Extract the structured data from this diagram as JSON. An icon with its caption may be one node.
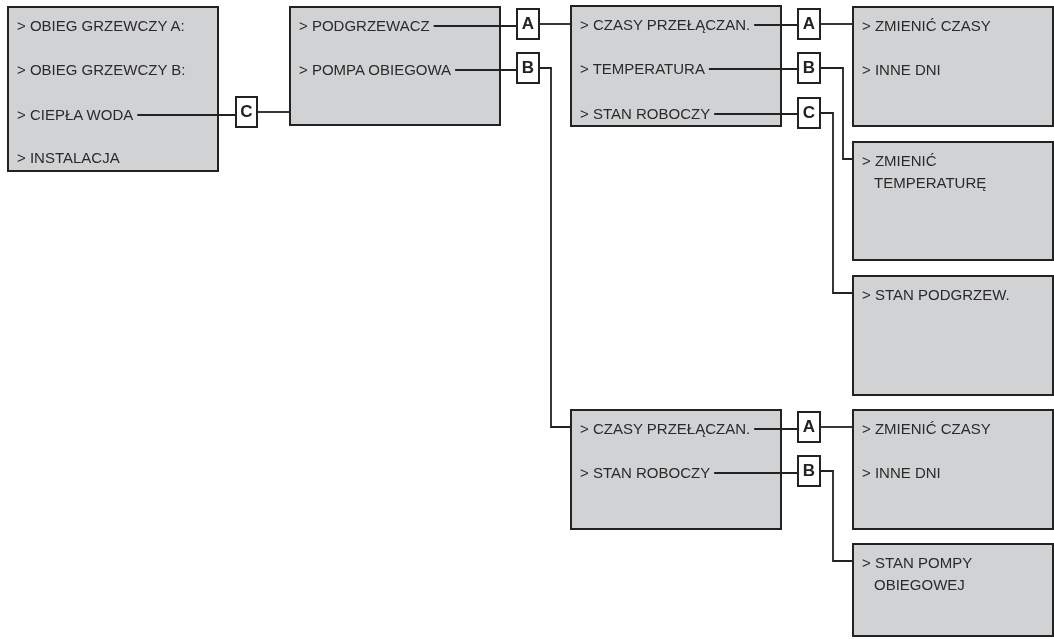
{
  "diagram": {
    "nodes": [
      {
        "text": [],
        "shape": "box"
      },
      {
        "text": [
          "> OBIEG GRZEWCZY A:"
        ],
        "in": 0
      },
      {
        "text": [
          "> OBIEG GRZEWCZY B:"
        ],
        "in": 0
      },
      {
        "text": [
          "> CIEPŁA WODA"
        ],
        "in": 0
      },
      {
        "text": [
          "> INSTALACJA"
        ],
        "in": 0
      },
      {
        "text": [
          "C"
        ]
      },
      {
        "text": [],
        "shape": "box"
      },
      {
        "text": [
          "> PODGRZEWACZ"
        ],
        "in": 6
      },
      {
        "text": [
          "> POMPA OBIEGOWA"
        ],
        "in": 6
      },
      {
        "text": [
          "A"
        ]
      },
      {
        "text": [
          "B"
        ]
      },
      {
        "text": [],
        "shape": "box"
      },
      {
        "text": [
          "> CZASY PRZEŁĄCZAN."
        ],
        "in": 11
      },
      {
        "text": [
          "> TEMPERATURA"
        ],
        "in": 11
      },
      {
        "text": [
          "> STAN ROBOCZY"
        ],
        "in": 11
      },
      {
        "text": [
          "A"
        ]
      },
      {
        "text": [
          "B"
        ]
      },
      {
        "text": [
          "C"
        ]
      },
      {
        "text": [],
        "shape": "box"
      },
      {
        "text": [
          "> ZMIENIĆ CZASY"
        ],
        "in": 18
      },
      {
        "text": [
          "> INNE DNI"
        ],
        "in": 18
      },
      {
        "text": [],
        "shape": "box"
      },
      {
        "text": [
          "> ZMIENIĆ TEMPERATURĘ"
        ],
        "in": 21
      },
      {
        "text": [],
        "shape": "box"
      },
      {
        "text": [
          "> STAN PODGRZEW."
        ],
        "in": 23
      },
      {
        "text": [],
        "shape": "box"
      },
      {
        "text": [
          "> CZASY PRZEŁĄCZAN."
        ],
        "in": 25
      },
      {
        "text": [
          "> STAN ROBOCZY"
        ],
        "in": 25
      },
      {
        "text": [
          "A"
        ]
      },
      {
        "text": [
          "B"
        ]
      },
      {
        "text": [],
        "shape": "box"
      },
      {
        "text": [
          "> ZMIENIĆ CZASY"
        ],
        "in": 30
      },
      {
        "text": [
          "> INNE DNI"
        ],
        "in": 30
      },
      {
        "text": [],
        "shape": "box"
      },
      {
        "text": [
          "> STAN POMPY OBIEGOWEJ"
        ],
        "in": 33
      }
    ],
    "edges": [
      {
        "from": 3,
        "to": 5,
        "arrow": "none"
      },
      {
        "from": 5,
        "to": 6,
        "arrow": "none"
      },
      {
        "from": 7,
        "to": 9,
        "arrow": "none"
      },
      {
        "from": 9,
        "to": 11,
        "arrow": "none"
      },
      {
        "from": 8,
        "to": 10,
        "arrow": "none"
      },
      {
        "from": 10,
        "to": 25,
        "arrow": "none"
      },
      {
        "from": 12,
        "to": 15,
        "arrow": "none"
      },
      {
        "from": 15,
        "to": 18,
        "arrow": "none"
      },
      {
        "from": 13,
        "to": 16,
        "arrow": "none"
      },
      {
        "from": 16,
        "to": 21,
        "arrow": "none"
      },
      {
        "from": 14,
        "to": 17,
        "arrow": "none"
      },
      {
        "from": 17,
        "to": 23,
        "arrow": "none"
      },
      {
        "from": 26,
        "to": 28,
        "arrow": "none"
      },
      {
        "from": 28,
        "to": 30,
        "arrow": "none"
      },
      {
        "from": 27,
        "to": 29,
        "arrow": "none"
      },
      {
        "from": 29,
        "to": 33,
        "arrow": "none"
      }
    ]
  }
}
